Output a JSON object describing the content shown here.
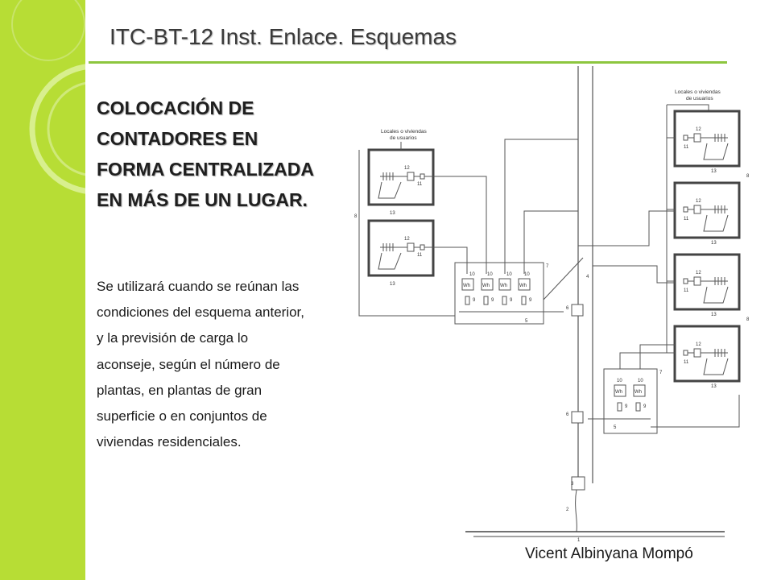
{
  "slide": {
    "title": "ITC-BT-12 Inst. Enlace. Esquemas",
    "heading": "COLOCACIÓN DE CONTADORES EN FORMA CENTRALIZADA EN MÁS DE UN LUGAR.",
    "body": "Se utilizará cuando se reúnan las condiciones del esquema anterior, y la previsión de carga lo aconseje, según el número de plantas, en plantas de gran superficie o en conjuntos de viviendas residenciales.",
    "author": "Vicent  Albinyana Mompó"
  },
  "diagram": {
    "users_label_line1": "Locales o viviendas",
    "users_label_line2": "de usuarios",
    "meter_label": "Wh",
    "callouts": {
      "n1": "1",
      "n2": "2",
      "n3": "3",
      "n4": "4",
      "n5": "5",
      "n6": "6",
      "n7": "7",
      "n8": "8",
      "n9": "9",
      "n10": "10",
      "n11": "11",
      "n12": "12",
      "n13": "13"
    }
  },
  "colors": {
    "accent_green": "#b7dd35",
    "rule_green": "#8dc63f",
    "diagram_line": "#555555"
  }
}
